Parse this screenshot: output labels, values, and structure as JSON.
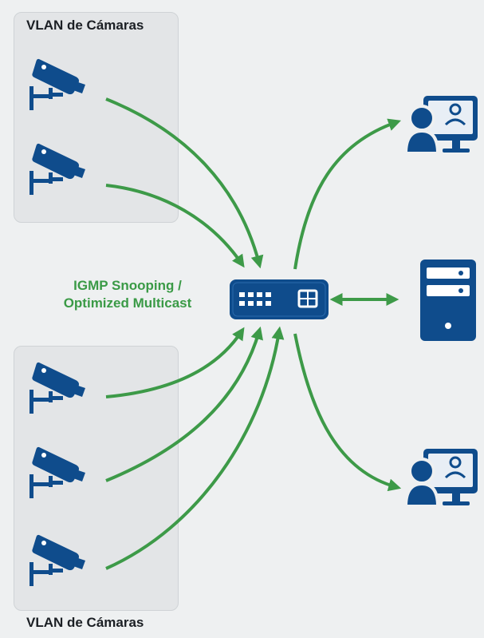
{
  "top_group": {
    "label": "VLAN de Cámaras"
  },
  "bottom_group": {
    "label": "VLAN de Cámaras"
  },
  "switch": {
    "label_line1": "IGMP Snooping /",
    "label_line2": "Optimized Multicast"
  },
  "colors": {
    "arrow": "#3d9a48",
    "icon": "#0f4c8c",
    "group_bg": "#e3e5e7",
    "background": "#eef0f1"
  },
  "icons": [
    "camera-icon",
    "network-switch-icon",
    "server-icon",
    "user-monitor-icon"
  ]
}
